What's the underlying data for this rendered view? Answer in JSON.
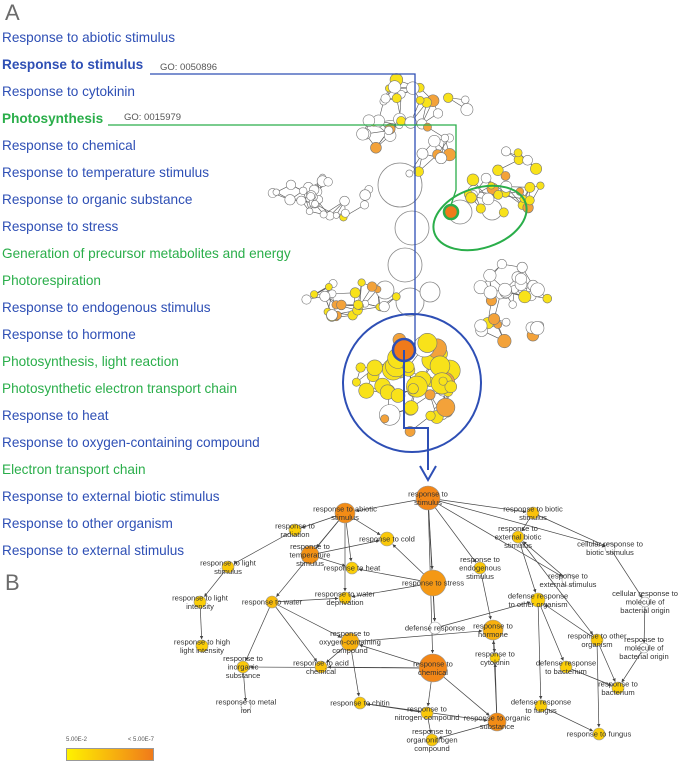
{
  "panels": {
    "a": "A",
    "b": "B"
  },
  "go_terms": [
    {
      "label": "Response to abiotic stimulus",
      "group": "stim",
      "bold": false
    },
    {
      "label": "Response to stimulus",
      "group": "stim",
      "bold": true
    },
    {
      "label": "Response to cytokinin",
      "group": "stim",
      "bold": false
    },
    {
      "label": "Photosynthesis",
      "group": "photo",
      "bold": true
    },
    {
      "label": "Response to chemical",
      "group": "stim",
      "bold": false
    },
    {
      "label": "Response to temperature stimulus",
      "group": "stim",
      "bold": false
    },
    {
      "label": "Response to organic substance",
      "group": "stim",
      "bold": false
    },
    {
      "label": "Response to stress",
      "group": "stim",
      "bold": false
    },
    {
      "label": "Generation of precursor metabolites and energy",
      "group": "photo",
      "bold": false
    },
    {
      "label": "Photorespiration",
      "group": "photo",
      "bold": false
    },
    {
      "label": "Response to endogenous stimulus",
      "group": "stim",
      "bold": false
    },
    {
      "label": "Response to hormone",
      "group": "stim",
      "bold": false
    },
    {
      "label": "Photosynthesis, light reaction",
      "group": "photo",
      "bold": false
    },
    {
      "label": "Photosynthetic electron transport chain",
      "group": "photo",
      "bold": false
    },
    {
      "label": "Response to heat",
      "group": "stim",
      "bold": false
    },
    {
      "label": "Response to oxygen-containing compound",
      "group": "stim",
      "bold": false
    },
    {
      "label": "Electron transport chain",
      "group": "photo",
      "bold": false
    },
    {
      "label": "Response to external biotic stimulus",
      "group": "stim",
      "bold": false
    },
    {
      "label": "Response to other organism",
      "group": "stim",
      "bold": false
    },
    {
      "label": "Response to external stimulus",
      "group": "stim",
      "bold": false
    }
  ],
  "go_ids": {
    "stimulus": "GO: 0050896",
    "photosynthesis": "GO: 0015979"
  },
  "colors": {
    "stimulus_blue": "#2e4fb5",
    "photosynthesis_green": "#2aae4a",
    "node_low_yellow": "#fff200",
    "node_high_orange": "#f07a1a",
    "node_white": "#ffffff"
  },
  "legend": {
    "low": "5.00E-2",
    "high": "< 5.00E-7"
  },
  "detail_nodes": [
    {
      "id": "stim",
      "lines": [
        "response to",
        "stimulus"
      ],
      "level": 0.9
    },
    {
      "id": "abiotic",
      "lines": [
        "response to abiotic",
        "stimulus"
      ],
      "level": 0.85
    },
    {
      "id": "biotic",
      "lines": [
        "response to biotic",
        "stimulus"
      ],
      "level": 0.4
    },
    {
      "id": "radiation",
      "lines": [
        "response to",
        "radiation"
      ],
      "level": 0.3
    },
    {
      "id": "tempstim",
      "lines": [
        "response to",
        "temperature",
        "stimulus"
      ],
      "level": 0.8
    },
    {
      "id": "cold",
      "lines": [
        "response to cold"
      ],
      "level": 0.35
    },
    {
      "id": "heat",
      "lines": [
        "response to heat"
      ],
      "level": 0.3
    },
    {
      "id": "extbiotic",
      "lines": [
        "response to",
        "external biotic",
        "stimulus"
      ],
      "level": 0.35
    },
    {
      "id": "cellbiotic",
      "lines": [
        "cellular response to",
        "biotic stimulus"
      ],
      "level": 0.0
    },
    {
      "id": "lightstim",
      "lines": [
        "response to light",
        "stimulus"
      ],
      "level": 0.35
    },
    {
      "id": "extstim",
      "lines": [
        "response to",
        "external stimulus"
      ],
      "level": 0.0
    },
    {
      "id": "endostim",
      "lines": [
        "response to",
        "endogenous",
        "stimulus"
      ],
      "level": 0.35
    },
    {
      "id": "stress",
      "lines": [
        "response to stress"
      ],
      "level": 0.75
    },
    {
      "id": "lightint",
      "lines": [
        "response to light",
        "intensity"
      ],
      "level": 0.3
    },
    {
      "id": "water",
      "lines": [
        "response to water"
      ],
      "level": 0.45
    },
    {
      "id": "waterdep",
      "lines": [
        "response to water",
        "deprivation"
      ],
      "level": 0.35
    },
    {
      "id": "defother",
      "lines": [
        "defense response",
        "to other organism"
      ],
      "level": 0.3
    },
    {
      "id": "cellmol",
      "lines": [
        "cellular response to",
        "molecule of",
        "bacterial origin"
      ],
      "level": 0.0
    },
    {
      "id": "highlight",
      "lines": [
        "response to high",
        "light intensity"
      ],
      "level": 0.3
    },
    {
      "id": "oxy",
      "lines": [
        "response to",
        "oxygen-containing",
        "compound"
      ],
      "level": 0.55
    },
    {
      "id": "defense",
      "lines": [
        "defense response"
      ],
      "level": 0.0
    },
    {
      "id": "hormone",
      "lines": [
        "response to",
        "hormone"
      ],
      "level": 0.55
    },
    {
      "id": "otherorg",
      "lines": [
        "response to other",
        "organism"
      ],
      "level": 0.35
    },
    {
      "id": "molbact",
      "lines": [
        "response to",
        "molecule of",
        "bacterial origin"
      ],
      "level": 0.0
    },
    {
      "id": "inorganic",
      "lines": [
        "response to",
        "inorganic",
        "substance"
      ],
      "level": 0.35
    },
    {
      "id": "acid",
      "lines": [
        "response to acid",
        "chemical"
      ],
      "level": 0.4
    },
    {
      "id": "chemical",
      "lines": [
        "response to",
        "chemical"
      ],
      "level": 0.9
    },
    {
      "id": "cytokinin",
      "lines": [
        "response to",
        "cytokinin"
      ],
      "level": 0.3
    },
    {
      "id": "defbact",
      "lines": [
        "defense response",
        "to bacterium"
      ],
      "level": 0.3
    },
    {
      "id": "bacterium",
      "lines": [
        "response to",
        "bacterium"
      ],
      "level": 0.3
    },
    {
      "id": "metal",
      "lines": [
        "response to metal",
        "ion"
      ],
      "level": 0.0
    },
    {
      "id": "chitin",
      "lines": [
        "response to chitin"
      ],
      "level": 0.35
    },
    {
      "id": "nitrogen",
      "lines": [
        "response to",
        "nitrogen compound"
      ],
      "level": 0.35
    },
    {
      "id": "defungus",
      "lines": [
        "defense response",
        "to fungus"
      ],
      "level": 0.3
    },
    {
      "id": "organic",
      "lines": [
        "response to organic",
        "substance"
      ],
      "level": 0.85
    },
    {
      "id": "fungus",
      "lines": [
        "response to fungus"
      ],
      "level": 0.3
    },
    {
      "id": "organonitrogen",
      "lines": [
        "response to",
        "organonitrogen",
        "compound"
      ],
      "level": 0.35
    }
  ],
  "detail_edges": [
    [
      "stim",
      "abiotic"
    ],
    [
      "stim",
      "biotic"
    ],
    [
      "stim",
      "stress"
    ],
    [
      "stim",
      "extstim"
    ],
    [
      "stim",
      "endostim"
    ],
    [
      "stim",
      "chemical"
    ],
    [
      "stim",
      "defense"
    ],
    [
      "stim",
      "cellbiotic"
    ],
    [
      "abiotic",
      "radiation"
    ],
    [
      "abiotic",
      "tempstim"
    ],
    [
      "abiotic",
      "water"
    ],
    [
      "abiotic",
      "cold"
    ],
    [
      "abiotic",
      "heat"
    ],
    [
      "abiotic",
      "waterdep"
    ],
    [
      "tempstim",
      "cold"
    ],
    [
      "tempstim",
      "heat"
    ],
    [
      "radiation",
      "lightstim"
    ],
    [
      "lightstim",
      "lightint"
    ],
    [
      "lightint",
      "highlight"
    ],
    [
      "biotic",
      "extbiotic"
    ],
    [
      "biotic",
      "cellbiotic"
    ],
    [
      "extstim",
      "extbiotic"
    ],
    [
      "extbiotic",
      "otherorg"
    ],
    [
      "extbiotic",
      "defother"
    ],
    [
      "cellbiotic",
      "cellmol"
    ],
    [
      "cellmol",
      "molbact"
    ],
    [
      "molbact",
      "bacterium"
    ],
    [
      "stress",
      "waterdep"
    ],
    [
      "stress",
      "heat"
    ],
    [
      "stress",
      "cold"
    ],
    [
      "stress",
      "defense"
    ],
    [
      "water",
      "waterdep"
    ],
    [
      "water",
      "inorganic"
    ],
    [
      "water",
      "oxy"
    ],
    [
      "water",
      "acid"
    ],
    [
      "chemical",
      "oxy"
    ],
    [
      "chemical",
      "acid"
    ],
    [
      "chemical",
      "inorganic"
    ],
    [
      "chemical",
      "organic"
    ],
    [
      "chemical",
      "nitrogen"
    ],
    [
      "oxy",
      "acid"
    ],
    [
      "oxy",
      "chitin"
    ],
    [
      "oxy",
      "hormone"
    ],
    [
      "endostim",
      "hormone"
    ],
    [
      "hormone",
      "cytokinin"
    ],
    [
      "organic",
      "hormone"
    ],
    [
      "organic",
      "cytokinin"
    ],
    [
      "defense",
      "defother"
    ],
    [
      "defother",
      "defbact"
    ],
    [
      "defother",
      "defungus"
    ],
    [
      "otherorg",
      "bacterium"
    ],
    [
      "otherorg",
      "fungus"
    ],
    [
      "otherorg",
      "defother"
    ],
    [
      "defbact",
      "bacterium"
    ],
    [
      "defungus",
      "fungus"
    ],
    [
      "inorganic",
      "metal"
    ],
    [
      "nitrogen",
      "organonitrogen"
    ],
    [
      "organic",
      "organonitrogen"
    ],
    [
      "chitin",
      "organic"
    ],
    [
      "nitrogen",
      "chitin"
    ]
  ]
}
